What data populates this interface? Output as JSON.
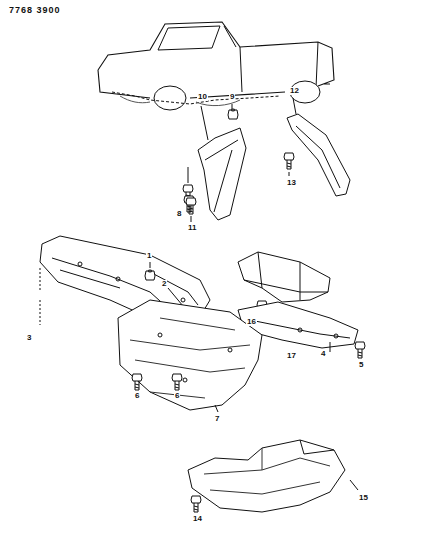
{
  "diagram": {
    "labels": [
      "7768 3900",
      "10",
      "9",
      "12",
      "13",
      "8",
      "11",
      "1",
      "2",
      "3",
      "17",
      "16",
      "4",
      "5",
      "6",
      "6",
      "7",
      "14",
      "15"
    ]
  }
}
